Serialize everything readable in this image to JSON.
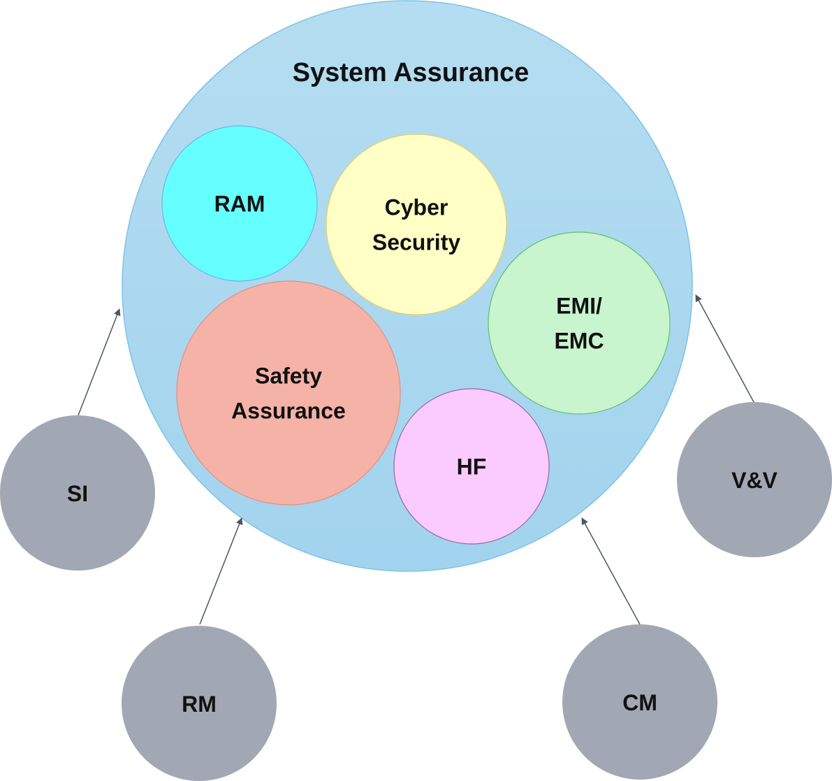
{
  "title": "System Assurance",
  "inner_circles": [
    {
      "id": "ram",
      "lines": [
        "RAM"
      ],
      "fill": "#66FFFF",
      "stroke": "#6BB8E0"
    },
    {
      "id": "cyber-security",
      "lines": [
        "Cyber",
        "Security"
      ],
      "fill": "#FFFFC6",
      "stroke": "#E6D062"
    },
    {
      "id": "emi-emc",
      "lines": [
        "EMI/",
        "EMC"
      ],
      "fill": "#C8F4CE",
      "stroke": "#5FBF6A"
    },
    {
      "id": "safety-assurance",
      "lines": [
        "Safety",
        "Assurance"
      ],
      "fill": "#F5B2A6",
      "stroke": "#E48E84"
    },
    {
      "id": "hf",
      "lines": [
        "HF"
      ],
      "fill": "#FBCAFF",
      "stroke": "#8E6AA8"
    }
  ],
  "outer_nodes": [
    {
      "id": "si",
      "label": "SI"
    },
    {
      "id": "rm",
      "label": "RM"
    },
    {
      "id": "cm",
      "label": "CM"
    },
    {
      "id": "vv",
      "label": "V&V"
    }
  ],
  "colors": {
    "main_circle": "#A2D3EE",
    "main_circle_top": "#B5DDF1",
    "main_circle_stroke": "#7EC2E6",
    "outer_node": "#A2A8B3",
    "arrow": "#4C5566"
  }
}
